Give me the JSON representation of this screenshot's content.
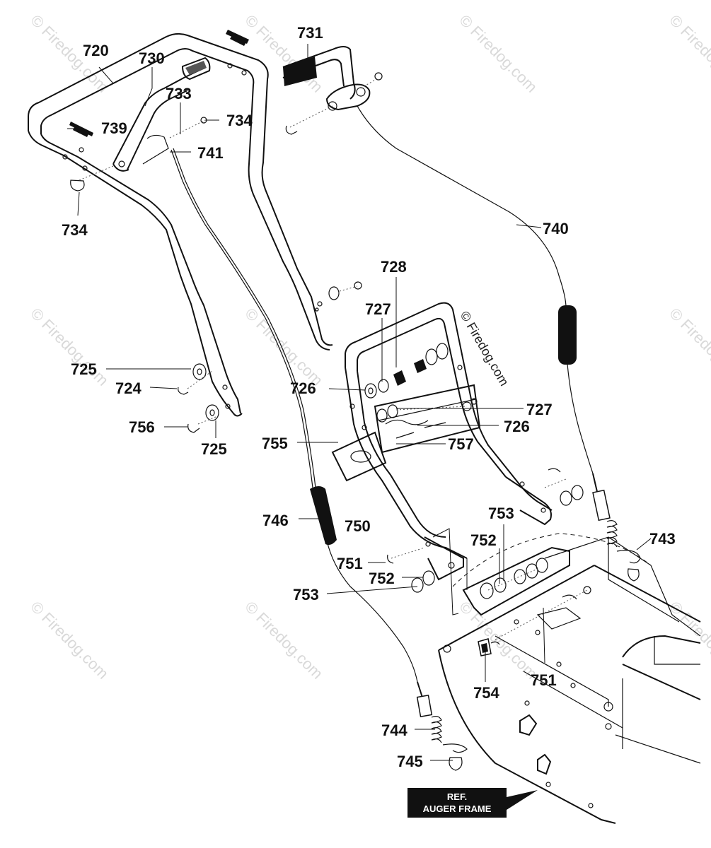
{
  "watermark": {
    "text": "© Firedog.com"
  },
  "copyright_mark": "© Firedog.com",
  "ref_box": {
    "line1": "REF.",
    "line2": "AUGER FRAME"
  },
  "labels": {
    "l720": "720",
    "l730": "730",
    "l731": "731",
    "l733": "733",
    "l734a": "734",
    "l734b": "734",
    "l739": "739",
    "l741": "741",
    "l740": "740",
    "l728": "728",
    "l727a": "727",
    "l727b": "727",
    "l726a": "726",
    "l726b": "726",
    "l725a": "725",
    "l725b": "725",
    "l724": "724",
    "l756": "756",
    "l755": "755",
    "l757": "757",
    "l746": "746",
    "l750": "750",
    "l753a": "753",
    "l753b": "753",
    "l752a": "752",
    "l752b": "752",
    "l751a": "751",
    "l751b": "751",
    "l743": "743",
    "l754": "754",
    "l744": "744",
    "l745": "745"
  }
}
